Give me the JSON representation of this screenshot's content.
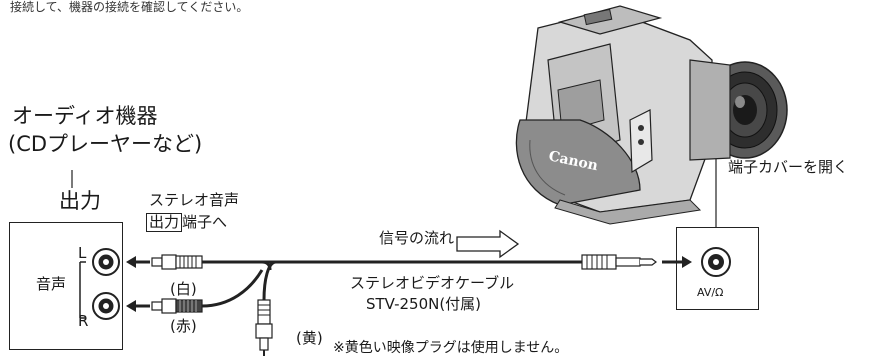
{
  "header_text": "接続して、機器の接続を確認してください。",
  "audio_device": {
    "name_line1": "オーディオ機器",
    "name_line2": "(CDプレーヤーなど)",
    "output_label": "出力",
    "jack_label": "音声",
    "jack_left": "L",
    "jack_right": "R"
  },
  "stereo_terminal": {
    "line1": "ステレオ音声",
    "boxed": "出力",
    "suffix": "端子へ"
  },
  "plugs": {
    "white": "(白)",
    "red": "(赤)",
    "yellow": "(黄)"
  },
  "signal_flow": "信号の流れ",
  "cable": {
    "name": "ステレオビデオケーブル",
    "model": "STV-250N(付属)"
  },
  "note": "※黄色い映像プラグは使用しません。",
  "camera": {
    "cover_label": "端子カバーを開く",
    "brand": "Canon",
    "terminal_label": "AV/Ω"
  },
  "colors": {
    "line": "#1a1a1a",
    "camera_body": "#cfcfcf",
    "lens": "#3a3a3a"
  }
}
